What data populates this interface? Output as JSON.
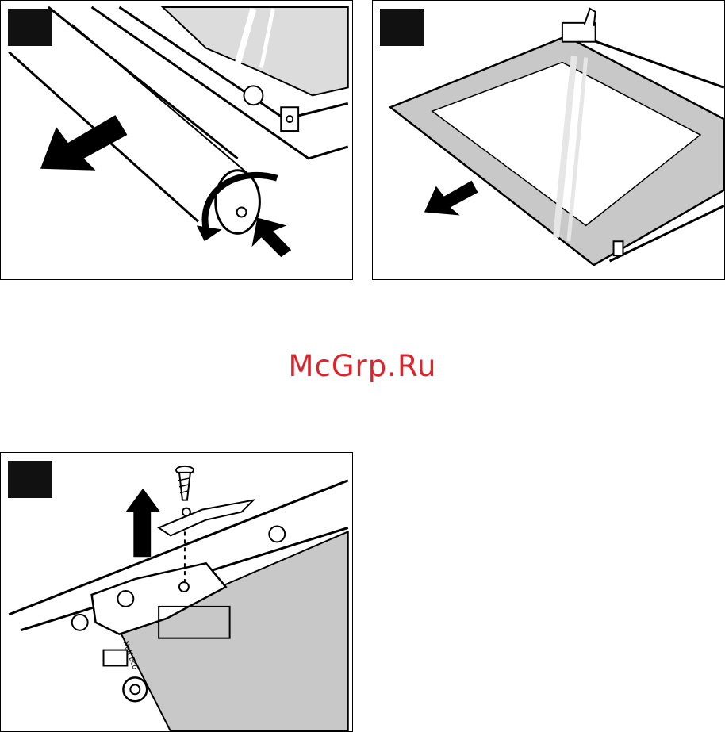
{
  "watermark": {
    "text": "McGrp.Ru",
    "color": "#d9252b"
  },
  "colors": {
    "ink": "#000000",
    "glass": "#c8c8c8",
    "glass_highlight": "#e6e6e6",
    "step_box": "#111111"
  },
  "panels": [
    {
      "id": "panel-1",
      "depicts": "door-hinge-roller-removal"
    },
    {
      "id": "panel-2",
      "depicts": "inner-glass-pane-removal"
    },
    {
      "id": "panel-3",
      "depicts": "glass-retaining-clip-and-screw"
    }
  ],
  "panel3_glass_label": "Neff Eco"
}
